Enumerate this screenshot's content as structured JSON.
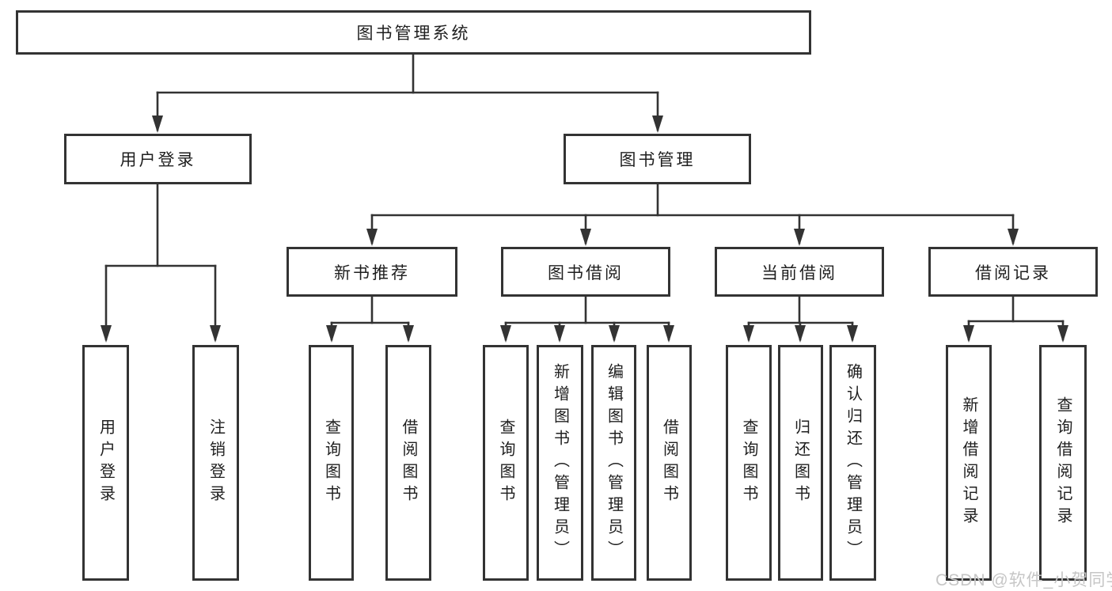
{
  "diagram": {
    "type": "hierarchy-tree",
    "root": {
      "label": "图书管理系统"
    },
    "children": [
      {
        "label": "用户登录",
        "children": [
          {
            "label": "用户登录"
          },
          {
            "label": "注销登录"
          }
        ]
      },
      {
        "label": "图书管理",
        "children": [
          {
            "label": "新书推荐",
            "children": [
              {
                "label": "查询图书"
              },
              {
                "label": "借阅图书"
              }
            ]
          },
          {
            "label": "图书借阅",
            "children": [
              {
                "label": "查询图书"
              },
              {
                "label": "新增图书（管理员）"
              },
              {
                "label": "编辑图书（管理员）"
              },
              {
                "label": "借阅图书"
              }
            ]
          },
          {
            "label": "当前借阅",
            "children": [
              {
                "label": "查询图书"
              },
              {
                "label": "归还图书"
              },
              {
                "label": "确认归还（管理员）"
              }
            ]
          },
          {
            "label": "借阅记录",
            "children": [
              {
                "label": "新增借阅记录"
              },
              {
                "label": "查询借阅记录"
              }
            ]
          }
        ]
      }
    ],
    "colors": {
      "line": "#333333",
      "text": "#1f1f1f",
      "box_background": "#ffffff",
      "watermark": "#c6c6c6"
    }
  },
  "watermark": "CSDN @软件_小贺同学"
}
